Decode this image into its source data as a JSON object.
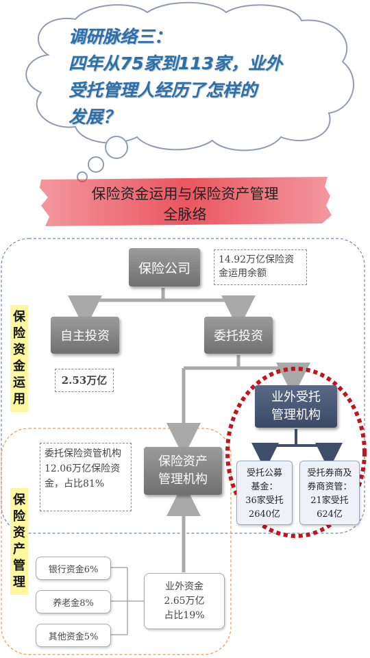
{
  "question": {
    "line1": "调研脉络三：",
    "line2": "四年从75家到113家，业外",
    "line3": "受托管理人经历了怎样的",
    "line4": "发展？"
  },
  "banner": {
    "line1": "保险资金运用与保险资产管理",
    "line2": "全脉络"
  },
  "nodes": {
    "insurer": "保险公司",
    "insurer_note": "14.92万亿保险资金运用余额",
    "self_invest": "自主投资",
    "self_invest_note": "2.53万亿",
    "entrusted_invest": "委托投资",
    "external_trustee_line1": "业外受托",
    "external_trustee_line2": "管理机构",
    "fund_line1": "受托公募",
    "fund_line2": "基金：",
    "fund_line3": "36家受托",
    "fund_line4": "2640亿",
    "broker_line1": "受托券商及",
    "broker_line2": "券商资管：",
    "broker_line3": "21家受托",
    "broker_line4": "624亿",
    "ins_am_line1": "保险资产",
    "ins_am_line2": "管理机构",
    "ins_am_note": "委托保险资管机构12.06万亿保险资金，占比81%",
    "bank": "银行资金6%",
    "pension": "养老金8%",
    "other": "其他资金5%",
    "external_funds_line1": "业外资金",
    "external_funds_line2": "2.65万亿",
    "external_funds_line3": "占比19%"
  },
  "labels": {
    "fund_usage": [
      "保",
      "险",
      "资",
      "金",
      "运",
      "用"
    ],
    "asset_mgmt": [
      "保",
      "险",
      "资",
      "产",
      "管",
      "理"
    ]
  },
  "colors": {
    "question_text": "#2d6fa8",
    "banner_red": "#e8434f",
    "gray_box": "#808080",
    "dark_box": "#3f4e6b",
    "highlight_ellipse": "#c0151c",
    "side_label_bg": "#fff7a0",
    "region_blue": "#6c86b5",
    "region_orange": "#e89a4f"
  }
}
